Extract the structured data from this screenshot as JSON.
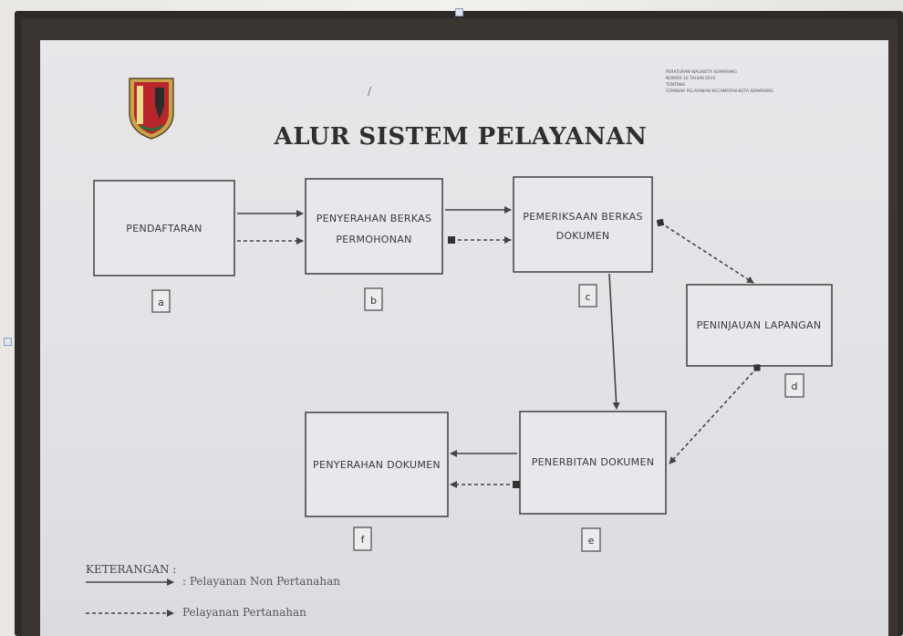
{
  "title": "ALUR SISTEM PELAYANAN",
  "header_note": [
    "PERATURAN WALIKOTA SEMARANG",
    "NOMOR 10 TAHUN 2015",
    "TENTANG",
    "STANDAR PELAYANAN KECAMATAN KOTA SEMARANG"
  ],
  "stray_mark": "/",
  "nodes": [
    {
      "id": "a",
      "label_lines": [
        "PENDAFTARAN"
      ]
    },
    {
      "id": "b",
      "label_lines": [
        "PENYERAHAN BERKAS",
        "PERMOHONAN"
      ]
    },
    {
      "id": "c",
      "label_lines": [
        "PEMERIKSAAN BERKAS",
        "DOKUMEN"
      ]
    },
    {
      "id": "d",
      "label_lines": [
        "PENINJAUAN LAPANGAN"
      ]
    },
    {
      "id": "e",
      "label_lines": [
        "PENERBITAN DOKUMEN"
      ]
    },
    {
      "id": "f",
      "label_lines": [
        "PENYERAHAN DOKUMEN"
      ]
    }
  ],
  "tags": [
    "a",
    "b",
    "c",
    "d",
    "e",
    "f"
  ],
  "edges": [
    {
      "from": "a",
      "to": "b",
      "style": "solid"
    },
    {
      "from": "a",
      "to": "b",
      "style": "dashed"
    },
    {
      "from": "b",
      "to": "c",
      "style": "solid"
    },
    {
      "from": "b",
      "to": "c",
      "style": "dashed"
    },
    {
      "from": "c",
      "to": "d",
      "style": "dashed"
    },
    {
      "from": "c",
      "to": "e",
      "style": "solid"
    },
    {
      "from": "d",
      "to": "e",
      "style": "dashed"
    },
    {
      "from": "e",
      "to": "f",
      "style": "solid"
    },
    {
      "from": "e",
      "to": "f",
      "style": "dashed"
    }
  ],
  "legend": {
    "title": "KETERANGAN :",
    "items": [
      {
        "style": "solid",
        "text": ": Pelayanan Non Pertanahan"
      },
      {
        "style": "dashed",
        "text": "Pelayanan Pertanahan"
      }
    ]
  },
  "colors": {
    "poster": "#e4e4e8",
    "frame": "#2e2a27",
    "ink": "#3a3a3a",
    "logo_red": "#b8262c",
    "logo_gold": "#c9a24a"
  },
  "icons": [
    "semarang-crest-icon"
  ]
}
